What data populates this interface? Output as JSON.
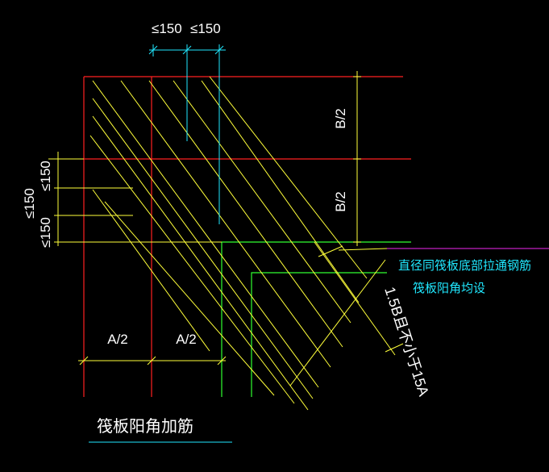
{
  "colors": {
    "background": "#000000",
    "red": "#ff2020",
    "yellow": "#ffff3a",
    "cyan": "#20e8ff",
    "green": "#30ff30",
    "magenta": "#c020c0"
  },
  "dimensions": {
    "top_spacing_1": "≤150",
    "top_spacing_2": "≤150",
    "right_upper": "B/2",
    "right_lower": "B/2",
    "left_1": "≤150",
    "left_2": "≤150",
    "left_3": "≤150",
    "bottom_1": "A/2",
    "bottom_2": "A/2",
    "diagonal": "1.5B且不小于15A"
  },
  "note": {
    "line1": "直径同筏板底部拉通钢筋",
    "line2": "筏板阳角均设"
  },
  "title": "筏板阳角加筋"
}
